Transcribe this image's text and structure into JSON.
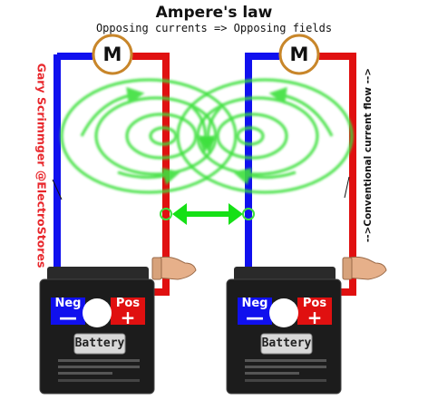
{
  "title": "Ampere's law",
  "subtitle": "Opposing currents => Opposing fields",
  "author": "Gary Scrimmger @ElectroStores",
  "current_flow_label": "-->Conventional current flow -->",
  "motor_label": "M",
  "battery": {
    "neg_label": "Neg",
    "pos_label": "Pos",
    "neg_sign": "—",
    "pos_sign": "+",
    "brand_label": "Battery"
  },
  "colors": {
    "negative_wire": "#1010ee",
    "positive_wire": "#e01010",
    "field_lines": "#3ee03e",
    "motor_ring": "#c8862a",
    "battery_body": "#1c1c1c",
    "author_text": "#e8272c"
  },
  "icons": [
    "motor-icon",
    "hand-icon",
    "battery-icon",
    "double-arrow-icon"
  ]
}
